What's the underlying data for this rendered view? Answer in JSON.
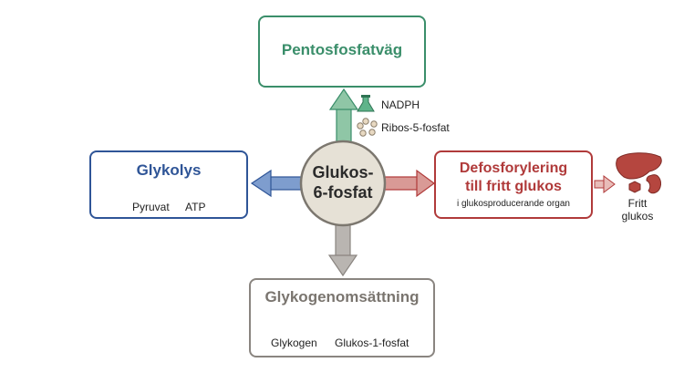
{
  "center": {
    "line1": "Glukos-",
    "line2": "6-fosfat"
  },
  "pentose": {
    "title": "Pentosfosfatväg",
    "products": [
      "NADPH",
      "Ribos-5-fosfat"
    ],
    "color": "#3a8e6a"
  },
  "glycolysis": {
    "title": "Glykolys",
    "products": [
      "Pyruvat",
      "ATP"
    ],
    "color": "#2f5597"
  },
  "dephos": {
    "title_line1": "Defosforylering",
    "title_line2": "till fritt glukos",
    "subtitle": "i glukosproducerande organ",
    "color": "#b03a3a"
  },
  "free_glucose": {
    "line1": "Fritt",
    "line2": "glukos"
  },
  "glycogen": {
    "title": "Glykogenomsättning",
    "products": [
      "Glykogen",
      "Glukos-1-fosfat"
    ],
    "color": "#8a8580"
  },
  "icons": [
    "flask-icon",
    "ribose-ring-icon",
    "pyruvate-icon",
    "atp-burst-icon",
    "liver-icon",
    "kidney-icon",
    "hexagon-icon",
    "glycogen-icon",
    "glucose-1-phosphate-icon"
  ]
}
